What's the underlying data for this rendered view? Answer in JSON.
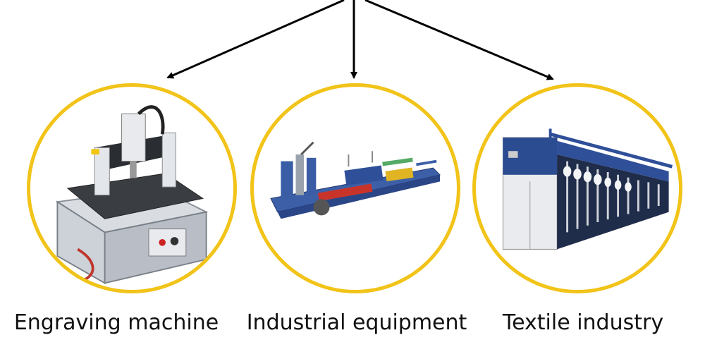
{
  "colors": {
    "ring": "#f2c318",
    "arrow": "#000000",
    "text": "#111111"
  },
  "items": [
    {
      "label": "Engraving machine",
      "icon": "cnc-engraving-machine-image"
    },
    {
      "label": "Industrial equipment",
      "icon": "extrusion-production-line-image"
    },
    {
      "label": "Textile industry",
      "icon": "textile-spinning-machine-image"
    }
  ]
}
